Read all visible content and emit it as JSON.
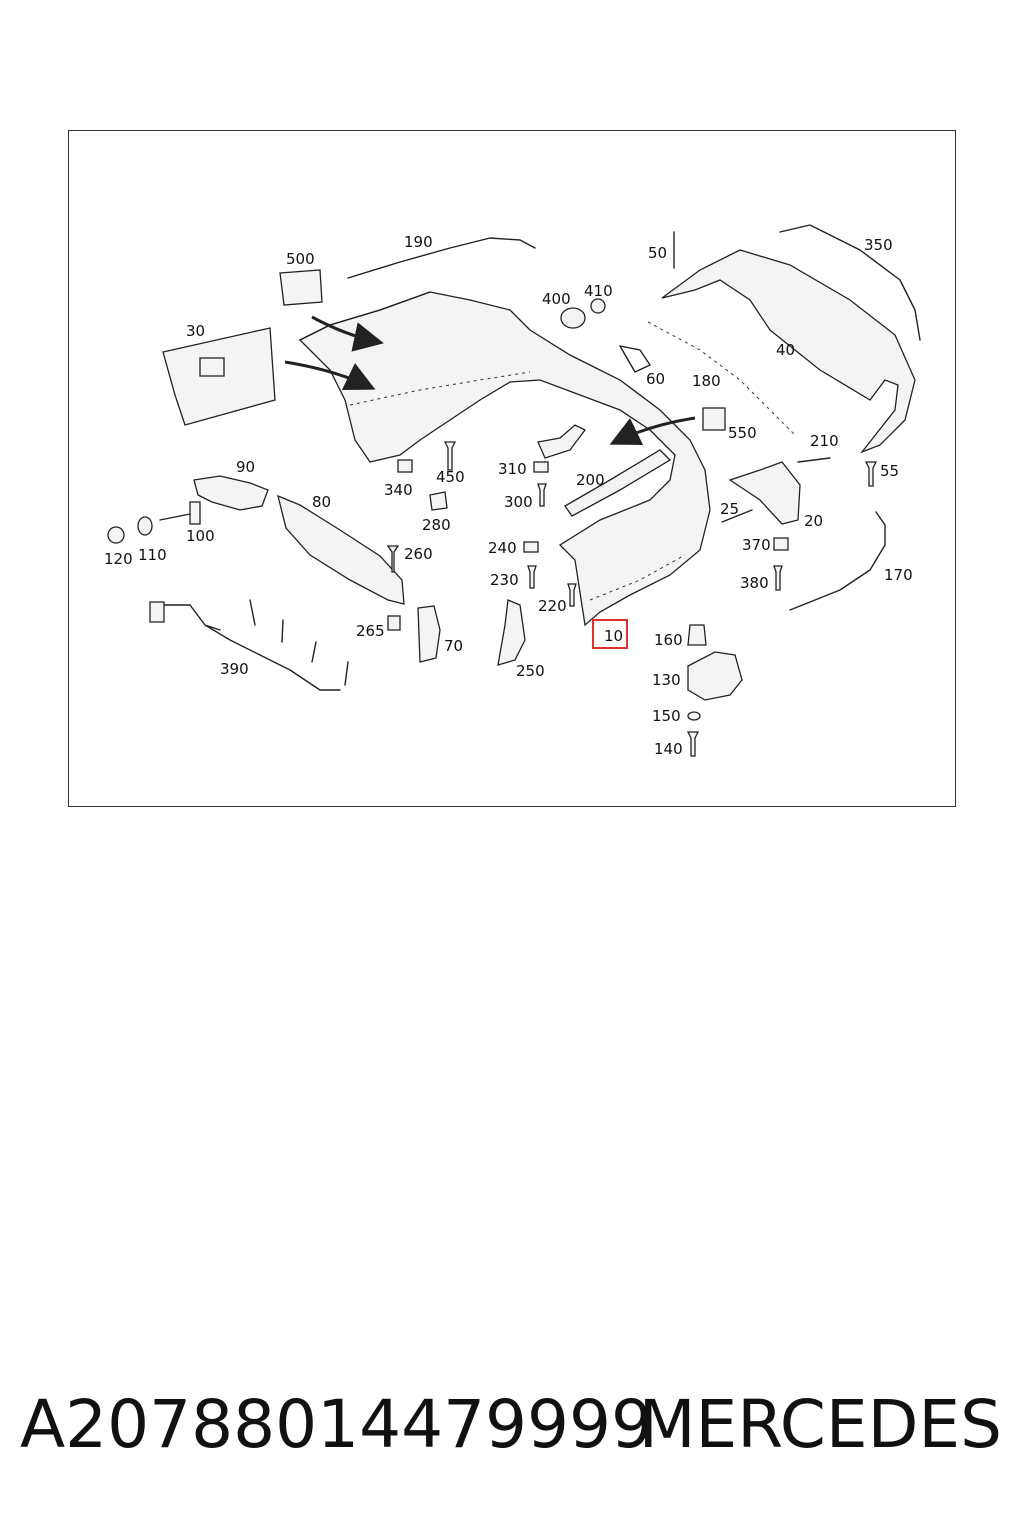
{
  "diagram": {
    "highlighted_part": "10",
    "highlight_color": "#e03030",
    "part_labels": [
      "10",
      "20",
      "25",
      "30",
      "40",
      "50",
      "55",
      "60",
      "70",
      "80",
      "90",
      "100",
      "110",
      "120",
      "130",
      "140",
      "150",
      "160",
      "170",
      "180",
      "190",
      "200",
      "210",
      "220",
      "230",
      "240",
      "250",
      "260",
      "265",
      "280",
      "300",
      "310",
      "340",
      "350",
      "370",
      "380",
      "390",
      "400",
      "410",
      "450",
      "500",
      "550"
    ]
  },
  "caption": {
    "part_number": "A20788014479999",
    "brand": "MERCEDES"
  }
}
